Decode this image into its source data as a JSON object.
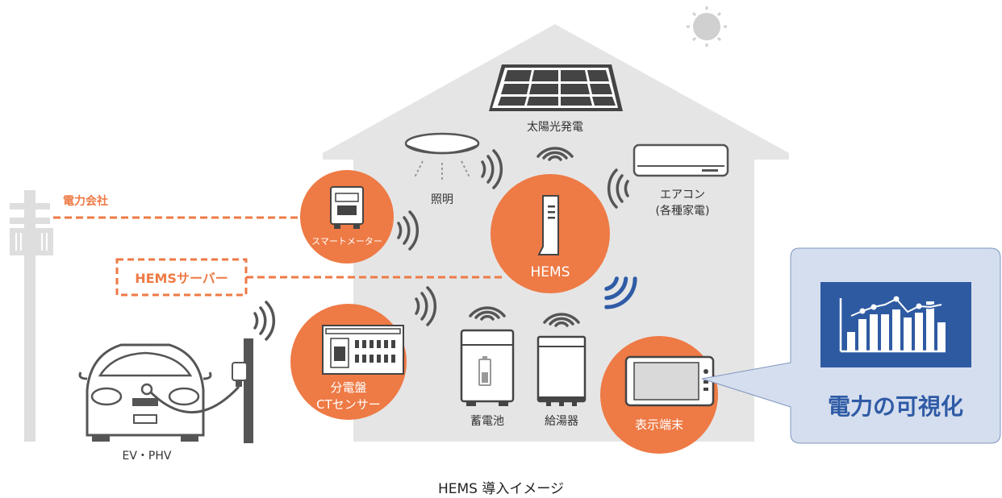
{
  "labels": {
    "solar": "太陽光発電",
    "lighting": "照明",
    "aircon_line1": "エアコン",
    "aircon_line2": "(各種家電)",
    "power_company": "電力会社",
    "smart_meter": "スマートメーター",
    "hems_server": "HEMSサーバー",
    "hems": "HEMS",
    "panel_line1": "分電盤",
    "panel_line2": "CTセンサー",
    "battery": "蓄電池",
    "water_heater": "給湯器",
    "display": "表示端末",
    "ev": "EV・PHV",
    "visualization": "電力の可視化",
    "caption": "HEMS 導入イメージ"
  },
  "icons": [
    "sun-icon",
    "solar-panel-icon",
    "ceiling-light-icon",
    "air-conditioner-icon",
    "utility-pole-icon",
    "smart-meter-icon",
    "hems-router-icon",
    "distribution-panel-icon",
    "battery-icon",
    "water-heater-icon",
    "display-terminal-icon",
    "car-icon",
    "charger-icon",
    "wireless-signal-icon",
    "bar-chart-icon"
  ],
  "colors": {
    "accent": "#ee7a45",
    "house": "#e5e5e5",
    "viz_box": "#d5deee",
    "viz_text": "#2f5ba6",
    "chart_bg": "#2e5aa2",
    "pole": "#dedede"
  }
}
